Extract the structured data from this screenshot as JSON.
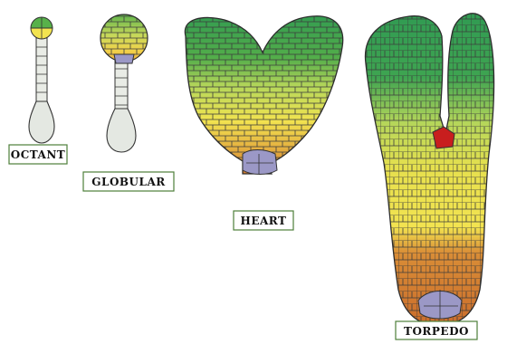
{
  "labels": {
    "octant": "OCTANT",
    "globular": "GLOBULAR",
    "heart": "HEART",
    "torpedo": "TORPEDO"
  },
  "colors": {
    "dark_green": "#2f9a52",
    "green": "#57b14a",
    "yellow_green": "#b5d65a",
    "yellow": "#f2e350",
    "orange": "#e0a23c",
    "dark_orange": "#cf6e2e",
    "purple": "#9b98c6",
    "red": "#c81e1e",
    "suspensor": "#e9ece6",
    "label_border": "#4e7f3a"
  }
}
